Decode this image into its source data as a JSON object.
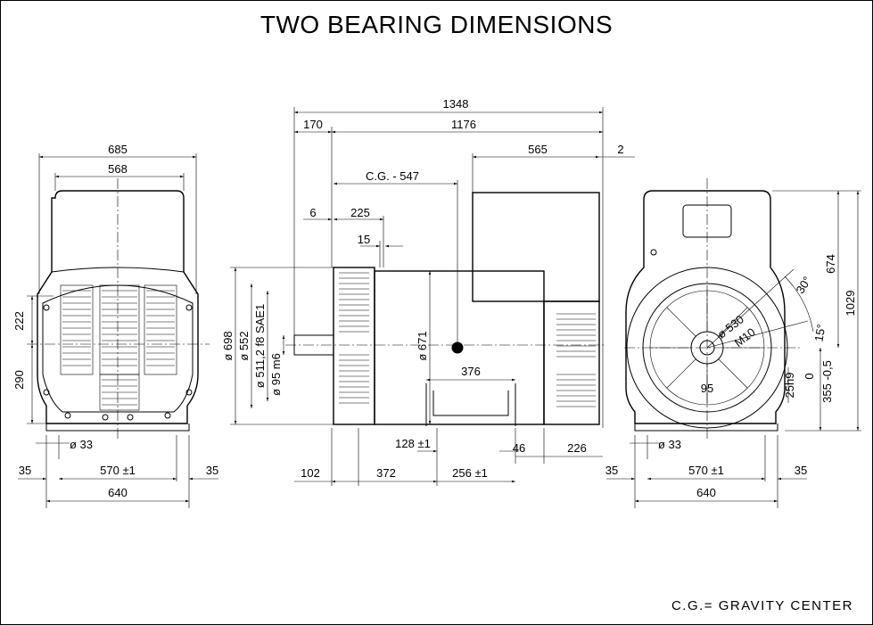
{
  "title": "TWO BEARING DIMENSIONS",
  "footer": "C.G.= GRAVITY CENTER",
  "front_view": {
    "width_overall": "685",
    "width_top": "568",
    "height_upper": "222",
    "height_lower": "290",
    "hole": "ø 33",
    "edge_left": "35",
    "foot_spacing": "570 ±1",
    "edge_right": "35",
    "base_width": "640"
  },
  "side_view": {
    "overall_length": "1348",
    "flange_offset": "170",
    "body_length": "1176",
    "rear_length": "565",
    "rear_gap": "2",
    "cg": "C.G. -  547",
    "offset_6": "6",
    "dim_225": "225",
    "dim_15": "15",
    "dia_698": "ø 698",
    "dia_552": "ø 552",
    "dia_511": "ø 511,2  f8  SAE1",
    "dia_95": "ø 95 m6",
    "dia_671": "ø 671",
    "foot_376": "376",
    "dim_128": "128 ±1",
    "dim_46": "46",
    "dim_226": "226",
    "dim_102": "102",
    "dim_372": "372",
    "dim_256": "256 ±1"
  },
  "end_view": {
    "height_674": "674",
    "height_1029": "1029",
    "angle_30": "30°",
    "angle_15": "15°",
    "dia_530": "ø 530",
    "thread": "M10",
    "key_95": "95",
    "key_25": "25h9",
    "shaft_height_tol": "0",
    "shaft_height": "355 -0,5",
    "hole": "ø 33",
    "edge_left": "35",
    "foot_spacing": "570 ±1",
    "edge_right": "35",
    "base_width": "640"
  }
}
